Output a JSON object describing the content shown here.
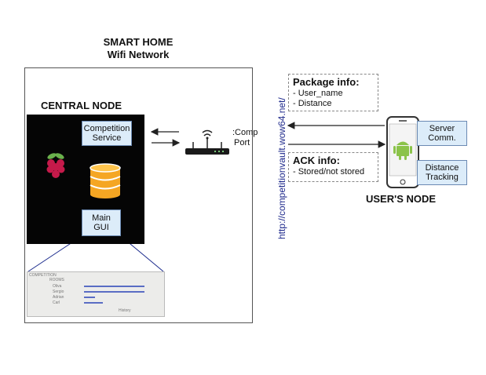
{
  "title": {
    "line1": "SMART HOME",
    "line2": "Wifi Network"
  },
  "central_node": {
    "label": "CENTRAL NODE",
    "competition_service": [
      "Competition",
      "Service"
    ],
    "main_gui": [
      "Main",
      "GUI"
    ]
  },
  "router": {
    "label_line1": ":Comp",
    "label_line2": "Port"
  },
  "url": "http://competitionvault.wow64.net/",
  "package_info": {
    "title": "Package info:",
    "items": [
      "- User_name",
      "- Distance"
    ]
  },
  "ack_info": {
    "title": "ACK info:",
    "items": [
      "- Stored/not stored"
    ]
  },
  "users_node": {
    "label": "USER'S NODE",
    "server_comm": [
      "Server",
      "Comm."
    ],
    "distance_tracking": [
      "Distance",
      "Tracking"
    ]
  },
  "gui_screenshot": {
    "header": "COMPETITION",
    "column": "ROOMS",
    "rows": [
      "Oliva",
      "Sergio",
      "Adrian",
      "Carl"
    ],
    "bar_fractions": [
      0.8,
      0.8,
      0.15,
      0.25
    ],
    "footer": "History"
  },
  "colors": {
    "box_fill": "#dcecf9",
    "box_border": "#6b8ab3",
    "url": "#1f2a8c",
    "database": "#f5a623",
    "android": "#8bc34a",
    "raspberry": "#c51a4a"
  }
}
